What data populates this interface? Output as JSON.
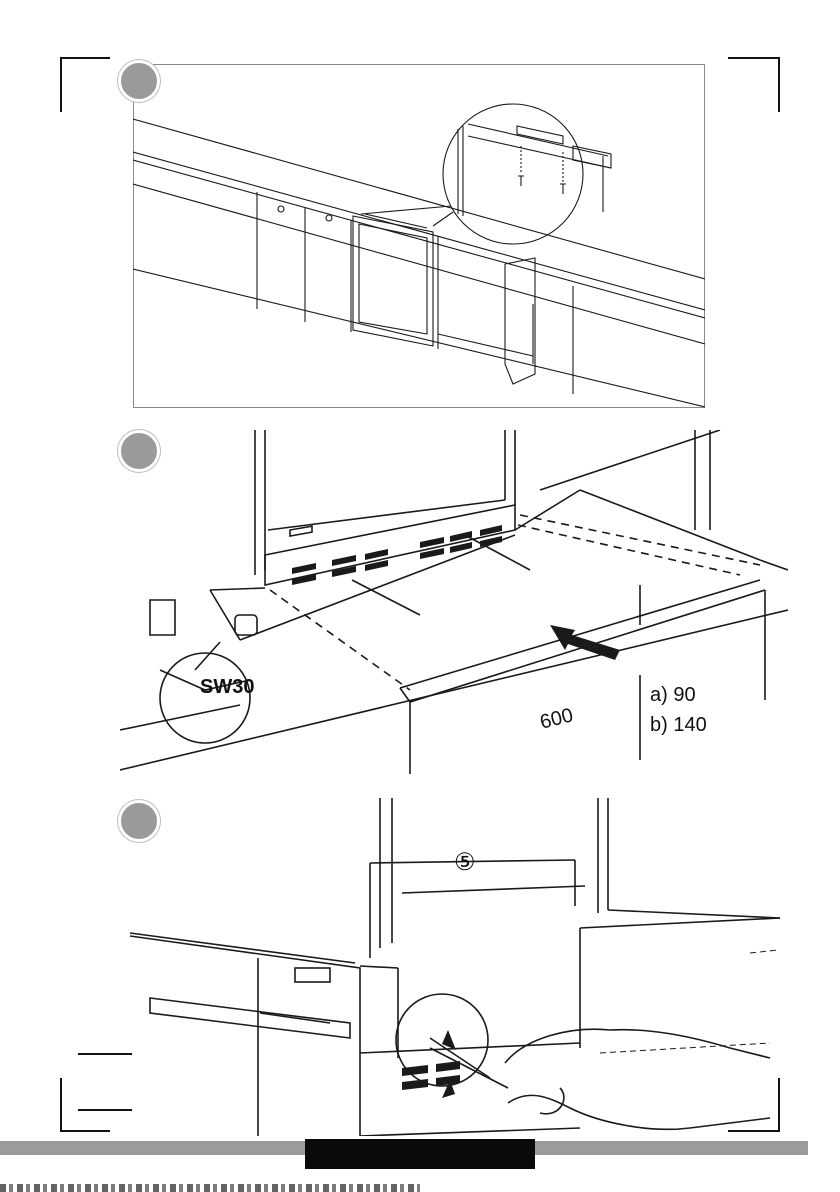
{
  "document": {
    "steps": [
      {
        "id": "step-1"
      },
      {
        "id": "step-2",
        "wrench_label": "SW30",
        "dim_width": "600",
        "dim_a": "a) 90",
        "dim_b": "b) 140"
      },
      {
        "id": "step-3",
        "callout": "⑤"
      }
    ]
  },
  "colors": {
    "line": "#1a1a1a",
    "step_circle": "#9a9a9a",
    "footer_bar": "#9b9b9b",
    "footer_tab": "#0a0a0a"
  }
}
